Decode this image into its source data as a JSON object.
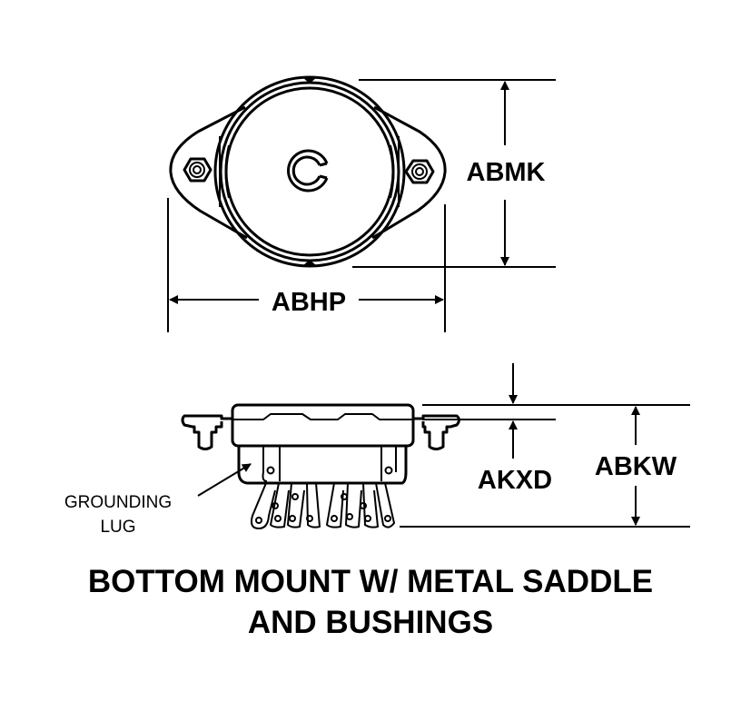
{
  "dimensions": {
    "height_top": "ABMK",
    "width_top": "ABHP",
    "flange_thickness": "AKXD",
    "overall_height": "ABKW"
  },
  "callouts": {
    "grounding_line1": "GROUNDING",
    "grounding_line2": "LUG"
  },
  "title": {
    "line1": "BOTTOM MOUNT W/ METAL SADDLE",
    "line2": "AND BUSHINGS"
  }
}
